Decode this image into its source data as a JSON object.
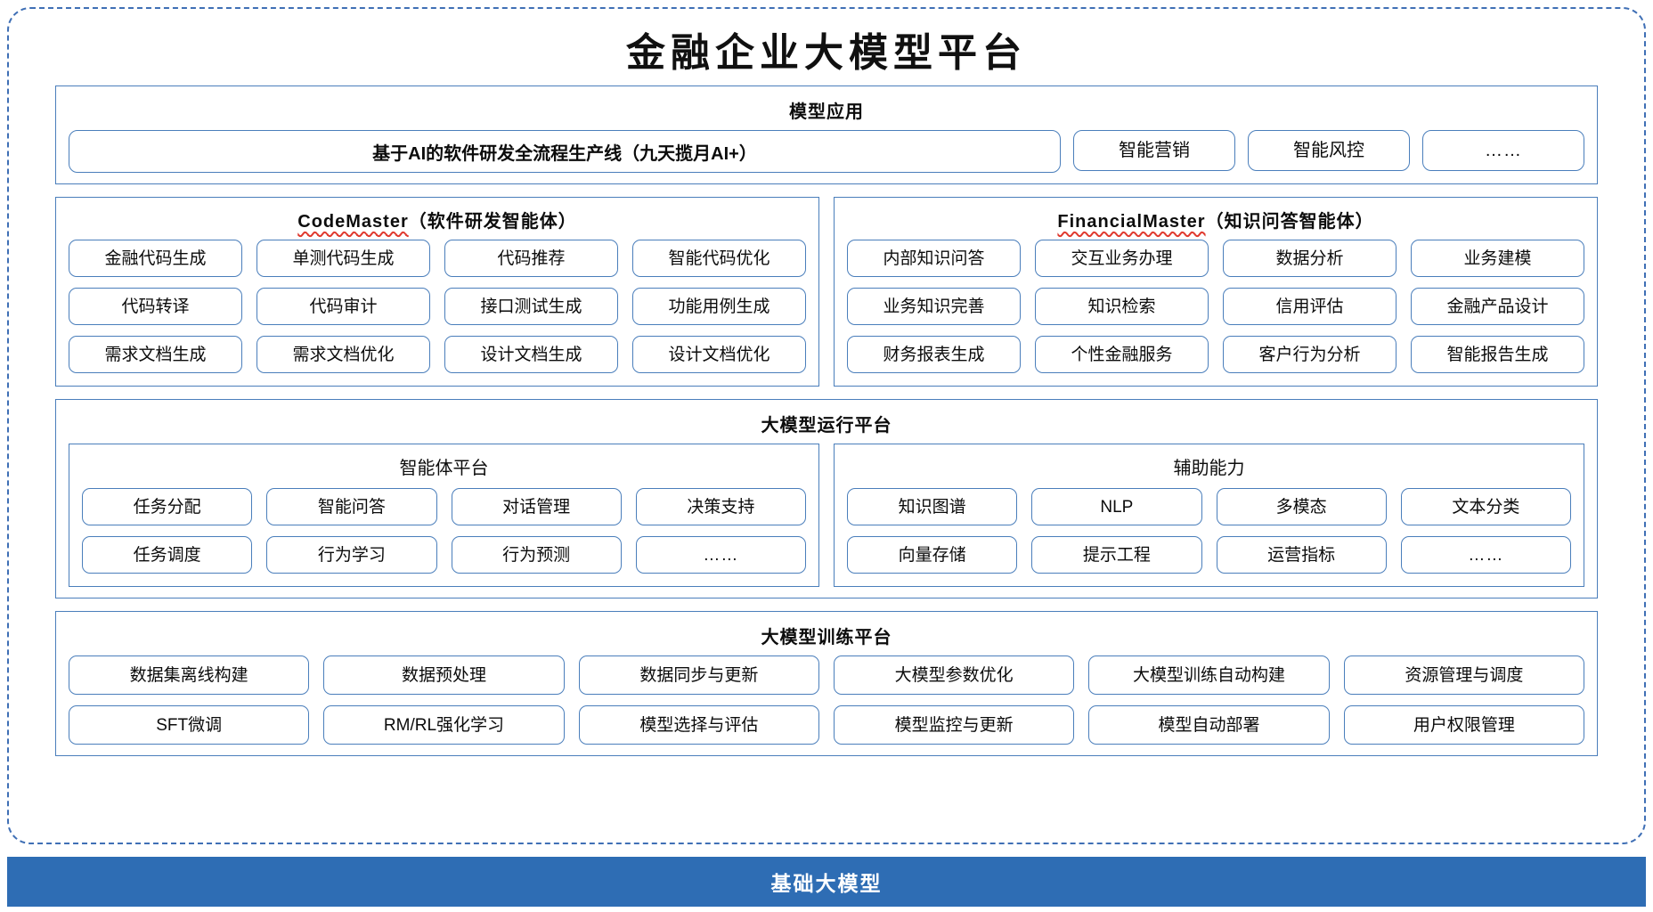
{
  "page": {
    "title": "金融企业大模型平台"
  },
  "model_application": {
    "section_title": "模型应用",
    "wide_item": "基于AI的软件研发全流程生产线（九天揽月AI+）",
    "items": [
      "智能营销",
      "智能风控",
      "……"
    ]
  },
  "agents": {
    "code_master": {
      "title_latin": "CodeMaster",
      "title_cn": "（软件研发智能体）",
      "items": [
        "金融代码生成",
        "单测代码生成",
        "代码推荐",
        "智能代码优化",
        "代码转译",
        "代码审计",
        "接口测试生成",
        "功能用例生成",
        "需求文档生成",
        "需求文档优化",
        "设计文档生成",
        "设计文档优化"
      ]
    },
    "financial_master": {
      "title_latin": "FinancialMaster",
      "title_cn": "（知识问答智能体）",
      "items": [
        "内部知识问答",
        "交互业务办理",
        "数据分析",
        "业务建模",
        "业务知识完善",
        "知识检索",
        "信用评估",
        "金融产品设计",
        "财务报表生成",
        "个性金融服务",
        "客户行为分析",
        "智能报告生成"
      ]
    }
  },
  "runtime_platform": {
    "section_title": "大模型运行平台",
    "agent_platform": {
      "title": "智能体平台",
      "items": [
        "任务分配",
        "智能问答",
        "对话管理",
        "决策支持",
        "任务调度",
        "行为学习",
        "行为预测",
        "……"
      ]
    },
    "auxiliary_capability": {
      "title": "辅助能力",
      "items": [
        "知识图谱",
        "NLP",
        "多模态",
        "文本分类",
        "向量存储",
        "提示工程",
        "运营指标",
        "……"
      ]
    }
  },
  "training_platform": {
    "section_title": "大模型训练平台",
    "items": [
      "数据集离线构建",
      "数据预处理",
      "数据同步与更新",
      "大模型参数优化",
      "大模型训练自动构建",
      "资源管理与调度",
      "SFT微调",
      "RM/RL强化学习",
      "模型选择与评估",
      "模型监控与更新",
      "模型自动部署",
      "用户权限管理"
    ]
  },
  "footer": {
    "label": "基础大模型"
  },
  "colors": {
    "border_blue": "#4A7EBB",
    "dashed_frame": "#3F6FB5",
    "footer_bg": "#2E6DB4",
    "spellcheck_red": "#E03A2F"
  }
}
